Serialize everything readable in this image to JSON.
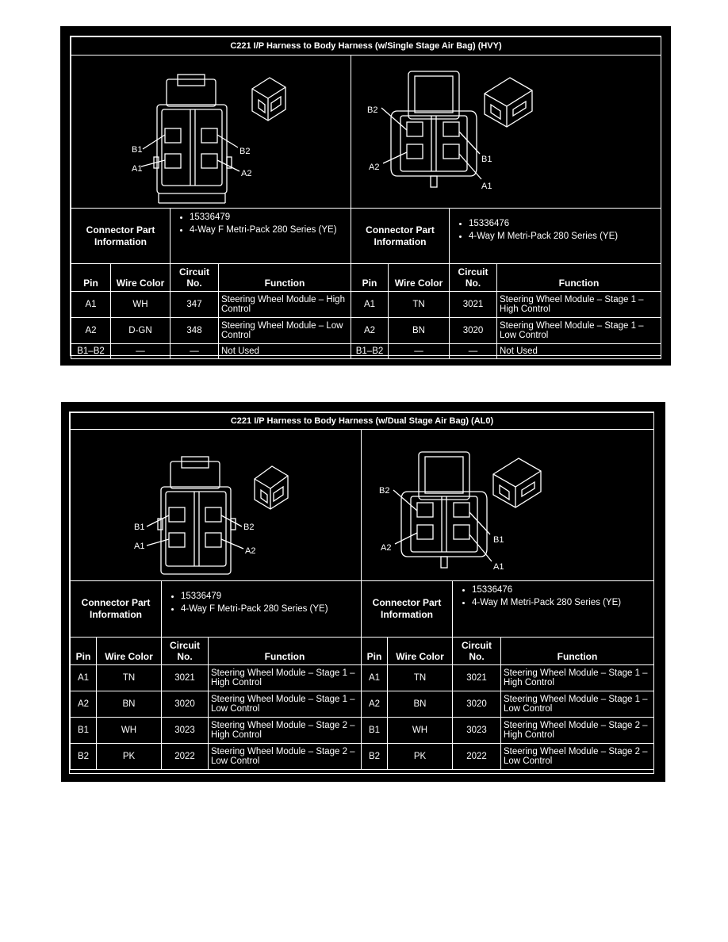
{
  "tables": [
    {
      "title": "C221 I/P Harness to Body Harness (w/Single Stage Air Bag) (HVY)",
      "left": {
        "cpi_label": "Connector Part Information",
        "cpi_items": [
          "15336479",
          "4-Way F Metri-Pack 280 Series (YE)"
        ],
        "diagram_labels": {
          "b1": "B1",
          "b2": "B2",
          "a1": "A1",
          "a2": "A2"
        },
        "headers": {
          "pin": "Pin",
          "wire_color": "Wire Color",
          "circuit": "Circuit No.",
          "function": "Function"
        },
        "rows": [
          {
            "pin": "A1",
            "wire": "WH",
            "circuit": "347",
            "function": "Steering Wheel Module – High Control"
          },
          {
            "pin": "A2",
            "wire": "D-GN",
            "circuit": "348",
            "function": "Steering Wheel Module – Low Control"
          },
          {
            "pin": "B1–B2",
            "wire": "—",
            "circuit": "—",
            "function": "Not Used"
          }
        ]
      },
      "right": {
        "cpi_label": "Connector Part Information",
        "cpi_items": [
          "15336476",
          "4-Way M Metri-Pack 280 Series (YE)"
        ],
        "diagram_labels": {
          "b1": "B1",
          "b2": "B2",
          "a1": "A1",
          "a2": "A2"
        },
        "headers": {
          "pin": "Pin",
          "wire_color": "Wire Color",
          "circuit": "Circuit No.",
          "function": "Function"
        },
        "rows": [
          {
            "pin": "A1",
            "wire": "TN",
            "circuit": "3021",
            "function": "Steering Wheel Module – Stage 1 – High Control"
          },
          {
            "pin": "A2",
            "wire": "BN",
            "circuit": "3020",
            "function": "Steering Wheel Module – Stage 1 – Low Control"
          },
          {
            "pin": "B1–B2",
            "wire": "—",
            "circuit": "—",
            "function": "Not Used"
          }
        ]
      }
    },
    {
      "title": "C221 I/P Harness to Body Harness (w/Dual Stage Air Bag) (AL0)",
      "left": {
        "cpi_label": "Connector Part Information",
        "cpi_items": [
          "15336479",
          "4-Way F Metri-Pack 280 Series (YE)"
        ],
        "diagram_labels": {
          "b1": "B1",
          "b2": "B2",
          "a1": "A1",
          "a2": "A2"
        },
        "headers": {
          "pin": "Pin",
          "wire_color": "Wire Color",
          "circuit": "Circuit No.",
          "function": "Function"
        },
        "rows": [
          {
            "pin": "A1",
            "wire": "TN",
            "circuit": "3021",
            "function": "Steering Wheel Module – Stage 1 – High Control"
          },
          {
            "pin": "A2",
            "wire": "BN",
            "circuit": "3020",
            "function": "Steering Wheel Module – Stage 1 – Low Control"
          },
          {
            "pin": "B1",
            "wire": "WH",
            "circuit": "3023",
            "function": "Steering Wheel Module – Stage 2 – High Control"
          },
          {
            "pin": "B2",
            "wire": "PK",
            "circuit": "2022",
            "function": "Steering Wheel Module – Stage 2 – Low Control"
          }
        ]
      },
      "right": {
        "cpi_label": "Connector Part Information",
        "cpi_items": [
          "15336476",
          "4-Way M Metri-Pack 280 Series (YE)"
        ],
        "diagram_labels": {
          "b1": "B1",
          "b2": "B2",
          "a1": "A1",
          "a2": "A2"
        },
        "headers": {
          "pin": "Pin",
          "wire_color": "Wire Color",
          "circuit": "Circuit No.",
          "function": "Function"
        },
        "rows": [
          {
            "pin": "A1",
            "wire": "TN",
            "circuit": "3021",
            "function": "Steering Wheel Module – Stage 1 – High Control"
          },
          {
            "pin": "A2",
            "wire": "BN",
            "circuit": "3020",
            "function": "Steering Wheel Module – Stage 1 – Low Control"
          },
          {
            "pin": "B1",
            "wire": "WH",
            "circuit": "3023",
            "function": "Steering Wheel Module – Stage 2 – High Control"
          },
          {
            "pin": "B2",
            "wire": "PK",
            "circuit": "2022",
            "function": "Steering Wheel Module – Stage 2 – Low Control"
          }
        ]
      }
    }
  ]
}
